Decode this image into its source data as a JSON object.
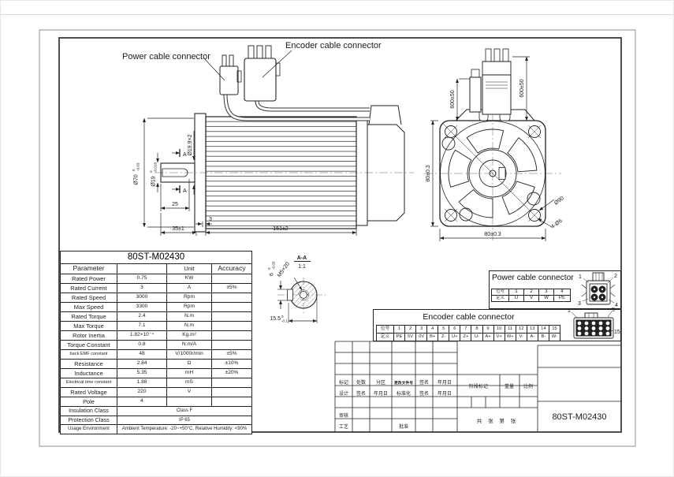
{
  "drawing": {
    "labels": {
      "power_connector": "Power cable connector",
      "encoder_connector": "Encoder cable connector"
    },
    "side_view": {
      "dim_step": "Ø19.9×2",
      "d70": {
        "base": "Ø70",
        "upper": "0",
        "lower": "-0.03"
      },
      "d19": {
        "base": "Ø19",
        "upper": "0",
        "lower": "-0.018"
      },
      "section_marker_top": "A",
      "section_marker_bottom": "A",
      "dim_25": "25",
      "dim_3": "3",
      "dim_35": "35±1",
      "dim_151": "151±2"
    },
    "front_view": {
      "dim_cable_left": "600±50",
      "dim_cable_right": "600±50",
      "dim_height": "80±0.3",
      "dim_width": "80±0.3",
      "dim_bolt_circle": "Ø90",
      "dim_holes": "4-Ø6"
    },
    "section_view": {
      "title": "A-A",
      "scale": "1:1",
      "thread": "M5×20",
      "d6": {
        "base": "6",
        "upper": "0",
        "lower": "-0.03"
      },
      "d155": {
        "base": "15.5",
        "upper": "0",
        "lower": "-0.1"
      }
    }
  },
  "spec_table": {
    "title": "80ST-M02430",
    "headers": [
      "Parameter",
      "",
      "Unit",
      "Accuracy"
    ],
    "rows": [
      [
        "Rated Power",
        "0.75",
        "KW",
        ""
      ],
      [
        "Rated Current",
        "3",
        "A",
        "±5%"
      ],
      [
        "Rated Speed",
        "3000",
        "Rpm",
        ""
      ],
      [
        "Max Speed",
        "3300",
        "Rpm",
        ""
      ],
      [
        "Rated Torque",
        "2.4",
        "N.m",
        ""
      ],
      [
        "Max Torque",
        "7.1",
        "N.m",
        ""
      ],
      [
        "Rotor Inertia",
        "1.82×10⁻⁴",
        "Kg.m²",
        ""
      ],
      [
        "Torque Constant",
        "0.8",
        "N.m/A",
        ""
      ],
      [
        "back EMF constant",
        "48",
        "V/1000r/min",
        "±5%"
      ],
      [
        "Resistance",
        "2.84",
        "Ω",
        "±10%"
      ],
      [
        "Inductance",
        "5.35",
        "mH",
        "±20%"
      ],
      [
        "Electrical time constant",
        "1.88",
        "mS",
        ""
      ],
      [
        "Rated Voltage",
        "220",
        "V",
        ""
      ],
      [
        "Pole",
        "4",
        "",
        ""
      ]
    ],
    "merged_rows": [
      {
        "label": "Insulation Class",
        "value": "Class F"
      },
      {
        "label": "Protection Class",
        "value": "IP 65"
      },
      {
        "label": "Usage Environment",
        "value": "Ambient Temperature: -20~+50°C, Relative Humidity: <90%"
      }
    ]
  },
  "power_panel": {
    "title": "Power cable connector",
    "rows": [
      [
        "位号",
        "1",
        "2",
        "3",
        "4"
      ],
      [
        "定义",
        "U",
        "V",
        "W",
        "PE"
      ]
    ],
    "icon_labels": [
      "1",
      "2",
      "3",
      "4"
    ]
  },
  "encoder_panel": {
    "title": "Encoder cable connector",
    "rows": [
      [
        "位号",
        "1",
        "2",
        "3",
        "4",
        "5",
        "6",
        "7",
        "8",
        "9",
        "10",
        "11",
        "12",
        "13",
        "14",
        "15"
      ],
      [
        "定义",
        "PE",
        "5V",
        "0V",
        "B+",
        "Z-",
        "U+",
        "Z+",
        "U-",
        "A+",
        "V+",
        "W+",
        "V-",
        "A-",
        "B-",
        "W-"
      ]
    ],
    "icon_labels": [
      "1",
      "5",
      "15"
    ]
  },
  "title_block": {
    "rev_headers": [
      "标记",
      "处数",
      "分区",
      "更改文件号",
      "签名",
      "年月日"
    ],
    "design_row": [
      "设计",
      "签名",
      "年月日",
      "标准化",
      "签名",
      "年月日"
    ],
    "audit": "审核",
    "process": "工艺",
    "approve": "批准",
    "stage_mark": "阶段标记",
    "weight": "重量",
    "scale": "比例",
    "sheet_info": "共 张 第 张",
    "part_number": "80ST-M02430"
  }
}
